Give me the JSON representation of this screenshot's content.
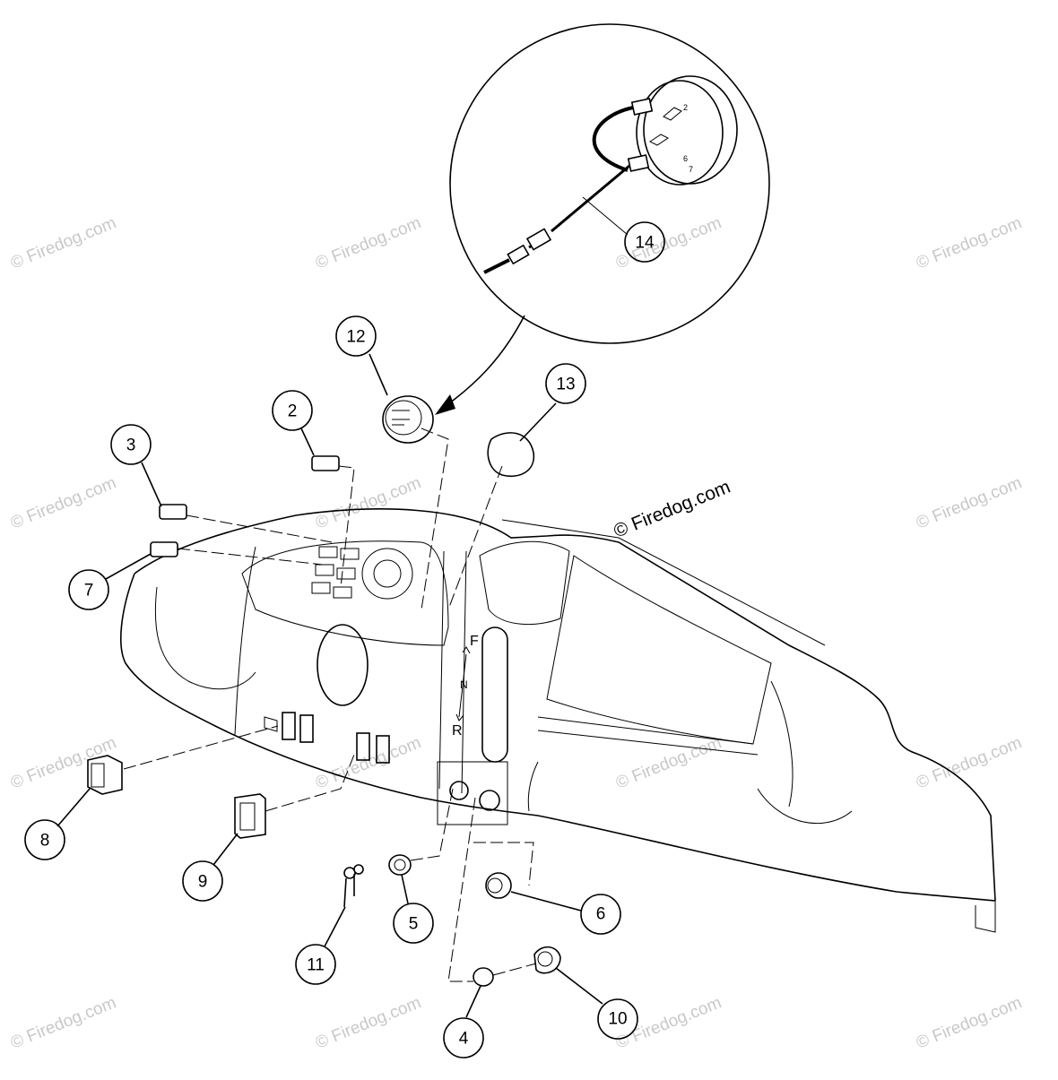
{
  "brand": {
    "text": "© Firedog.com",
    "watermark": "© Firedog.com"
  },
  "shifter": {
    "forward": "F",
    "neutral": "N",
    "reverse": "R"
  },
  "callouts": [
    {
      "id": "c1",
      "label": "12"
    },
    {
      "id": "c2",
      "label": "2"
    },
    {
      "id": "c3",
      "label": "3"
    },
    {
      "id": "c4",
      "label": "13"
    },
    {
      "id": "c5",
      "label": "7"
    },
    {
      "id": "c6",
      "label": "14"
    },
    {
      "id": "c7",
      "label": "8"
    },
    {
      "id": "c8",
      "label": "9"
    },
    {
      "id": "c9",
      "label": "5"
    },
    {
      "id": "c10",
      "label": "6"
    },
    {
      "id": "c11",
      "label": "11"
    },
    {
      "id": "c12",
      "label": "10"
    },
    {
      "id": "c13",
      "label": "4"
    }
  ],
  "colors": {
    "line": "#000000",
    "watermark": "#c8c8c8",
    "background": "#ffffff"
  }
}
